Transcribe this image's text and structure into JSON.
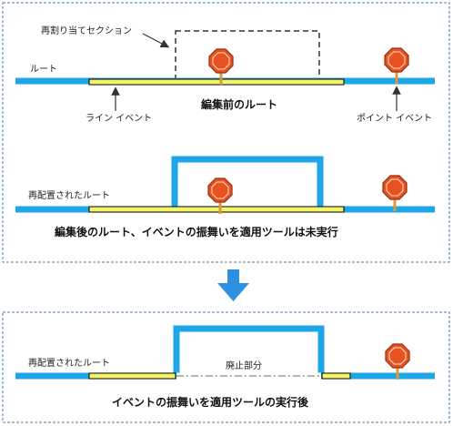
{
  "panel1": {
    "reassigned_section_label": "再割り当てセクション",
    "route_label": "ルート",
    "caption": "編集前のルート",
    "line_event_label": "ライン イベント",
    "point_event_label": "ポイント イベント"
  },
  "panel2": {
    "route_label": "再配置されたルート",
    "caption": "編集後のルート、イベントの振舞いを適用ツールは未実行"
  },
  "panel3": {
    "route_label": "再配置されたルート",
    "retired_label": "廃止部分",
    "caption": "イベントの振舞いを適用ツールの実行後"
  },
  "colors": {
    "route": "#1ea7e8",
    "line_event_fill": "#f4f46a",
    "line_event_border": "#000000",
    "stop_sign": "#e8521e",
    "stop_post": "#d99a3a",
    "panel_border": "#4a78a8",
    "arrow": "#2f8fe0"
  },
  "icons": {
    "point_event": "stop-sign-icon",
    "flow_arrow": "down-arrow-icon"
  }
}
